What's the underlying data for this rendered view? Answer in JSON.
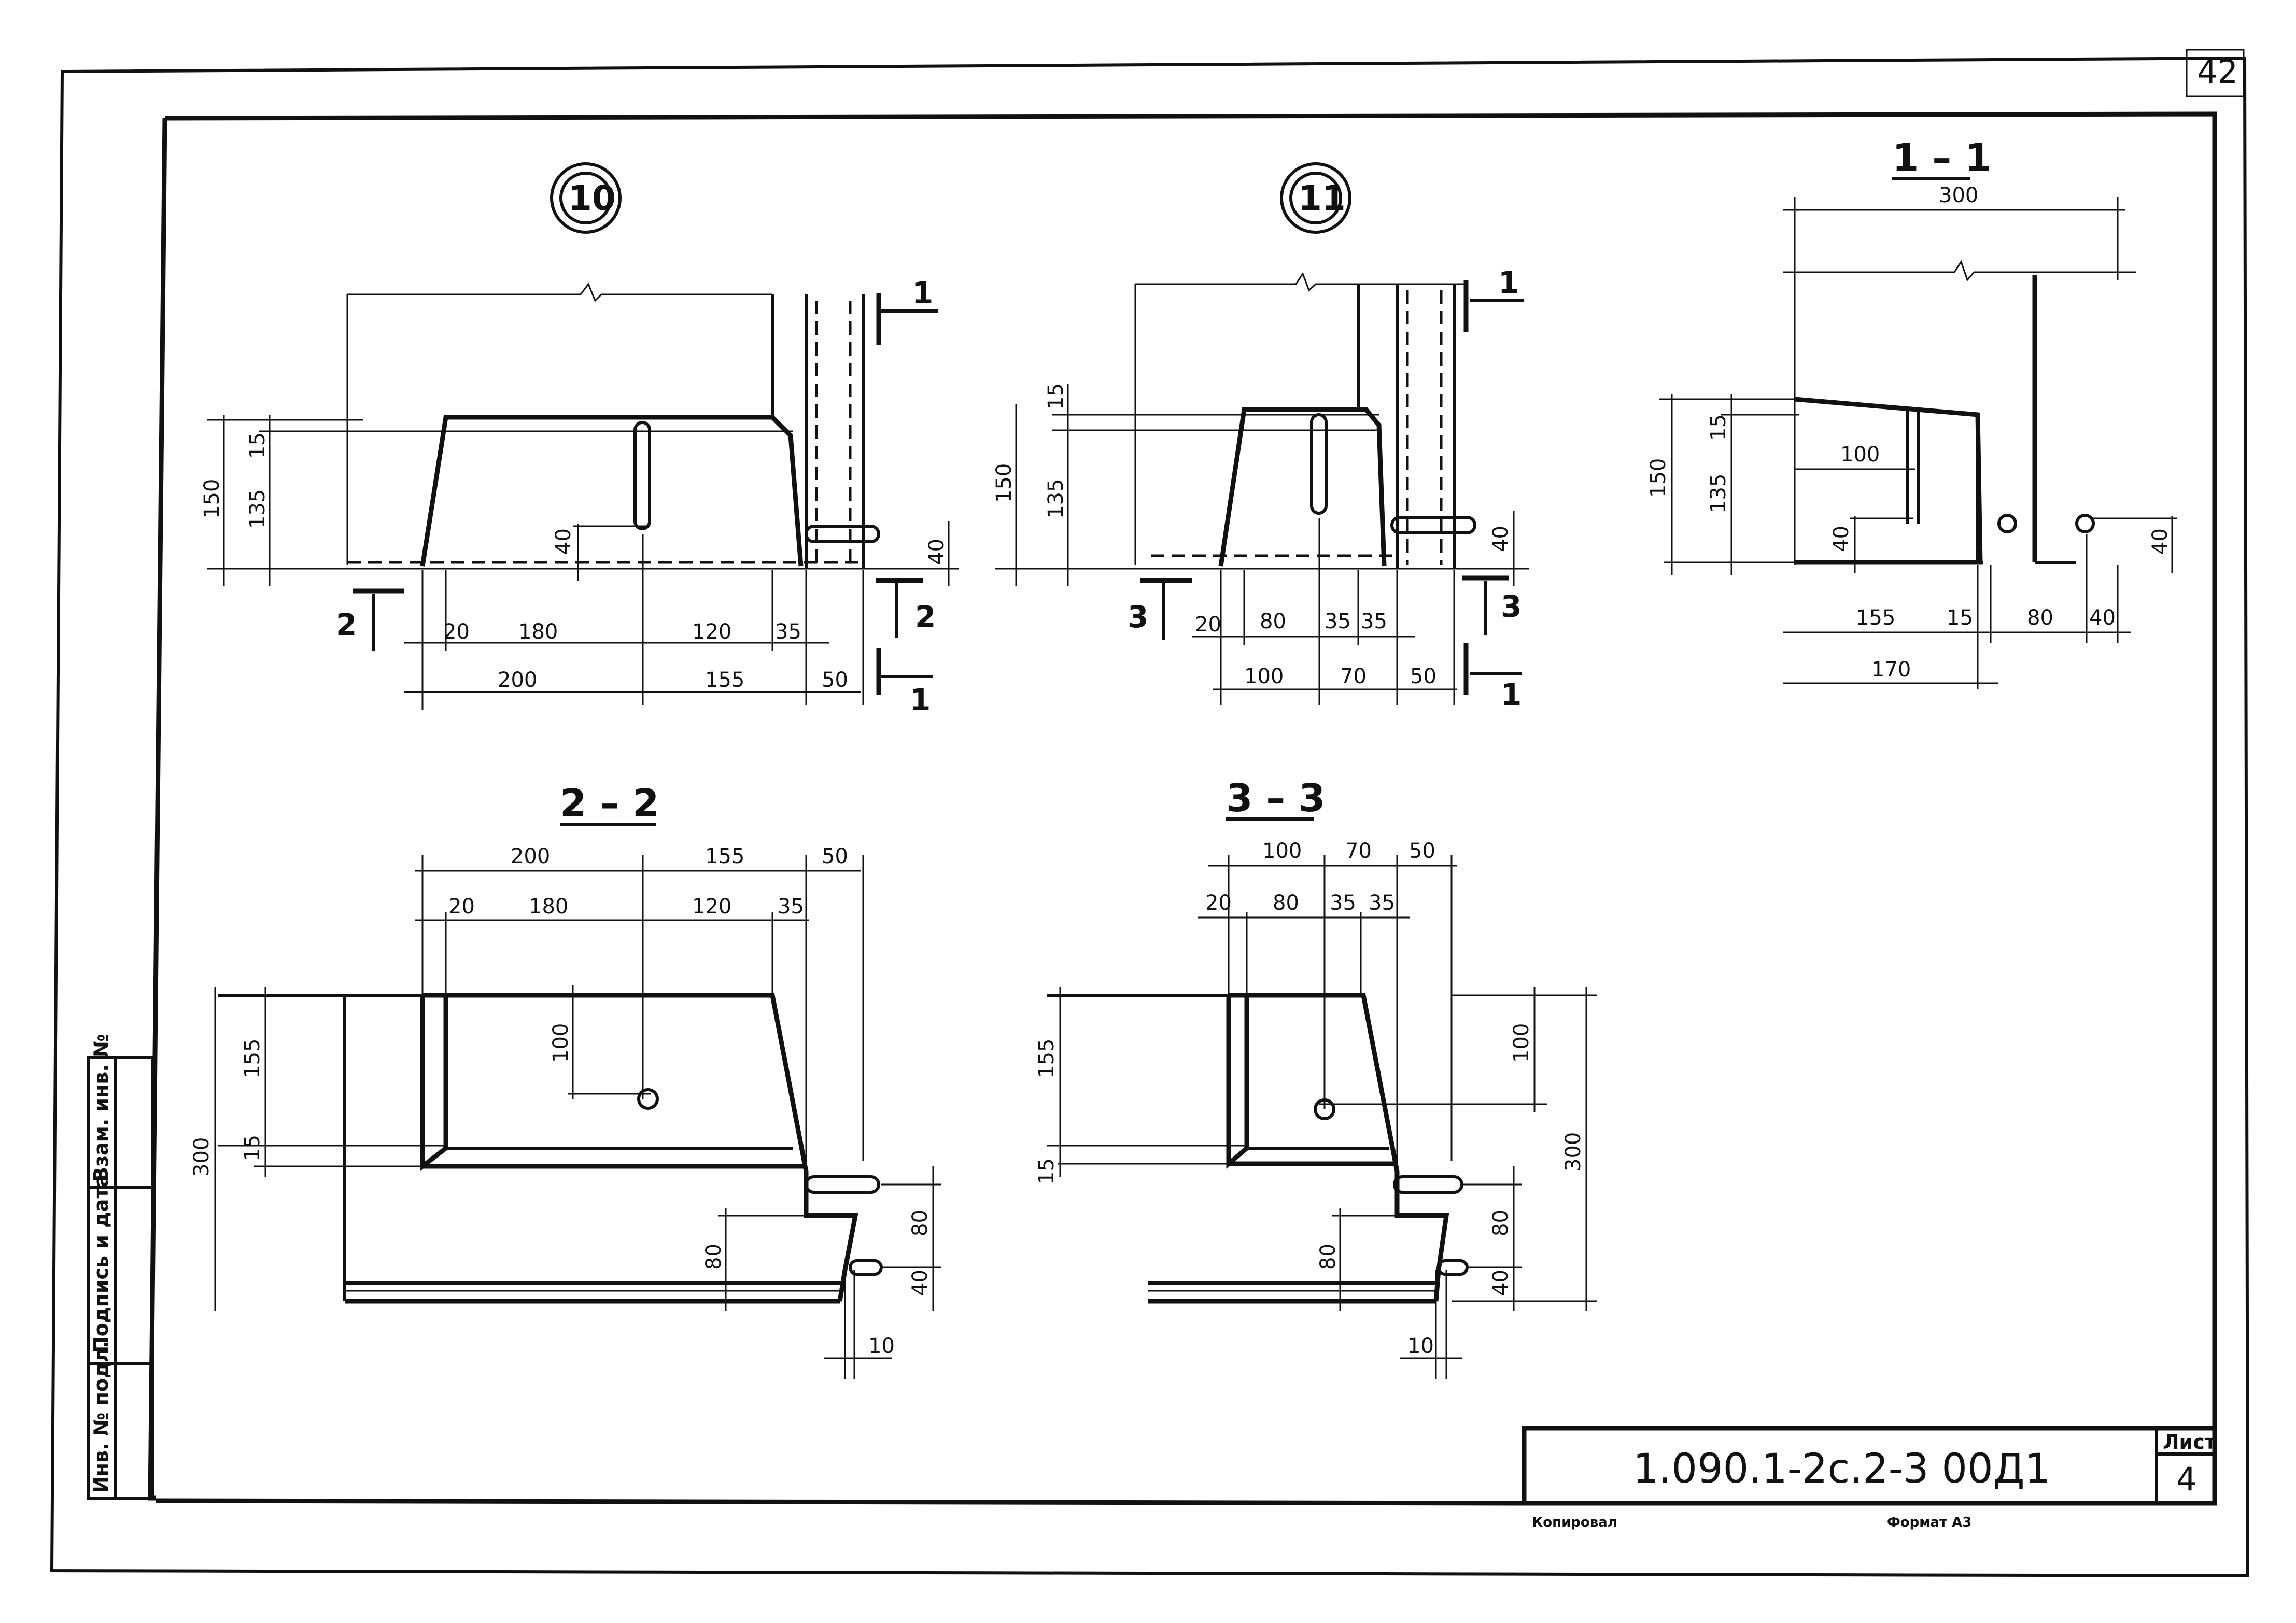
{
  "page_number": "42",
  "views": {
    "detail10": {
      "marker": "10",
      "dims": {
        "h150": "150",
        "h15": "15",
        "h135": "135",
        "h40a": "40",
        "h40b": "40",
        "c20": "20",
        "c180": "180",
        "c120": "120",
        "c35": "35",
        "w200": "200",
        "w155": "155",
        "w50": "50"
      },
      "cuts": {
        "top": "1",
        "bottom": "1",
        "left": "2",
        "right": "2"
      }
    },
    "detail11": {
      "marker": "11",
      "dims": {
        "h15": "15",
        "h150": "150",
        "h135": "135",
        "h40": "40",
        "c20": "20",
        "c80": "80",
        "c35a": "35",
        "c35b": "35",
        "w100": "100",
        "w70": "70",
        "w50": "50"
      },
      "cuts": {
        "top": "1",
        "bottom": "1",
        "left": "3",
        "right": "3"
      }
    },
    "section11": {
      "title": "1 – 1",
      "dims": {
        "w300": "300",
        "h150": "150",
        "h15": "15",
        "h135": "135",
        "l100": "100",
        "h40": "40",
        "h40r": "40",
        "b155": "155",
        "b15": "15",
        "b80": "80",
        "b40": "40",
        "b170": "170"
      }
    },
    "section22": {
      "title": "2 – 2",
      "dims": {
        "t200": "200",
        "t155": "155",
        "t50": "50",
        "t20": "20",
        "t180": "180",
        "t120": "120",
        "t35": "35",
        "v155": "155",
        "v15": "15",
        "v300": "300",
        "v100": "100",
        "v80a": "80",
        "v80b": "80",
        "v40": "40",
        "b10": "10"
      }
    },
    "section33": {
      "title": "3 – 3",
      "dims": {
        "t100": "100",
        "t70": "70",
        "t50": "50",
        "t20": "20",
        "t80": "80",
        "t35a": "35",
        "t35b": "35",
        "v155": "155",
        "v15": "15",
        "v100": "100",
        "v300": "300",
        "v80a": "80",
        "v80b": "80",
        "v40": "40",
        "b10": "10"
      }
    }
  },
  "side_stamp": {
    "col1": "Инв. № подл.",
    "col2": "Подпись и дата",
    "col3": "Взам. инв. №"
  },
  "title_block": {
    "code": "1.090.1-2с.2-3  00Д1",
    "sheet_label": "Лист",
    "sheet_number": "4",
    "copied_label": "Копировал",
    "format_label": "Формат А3"
  }
}
